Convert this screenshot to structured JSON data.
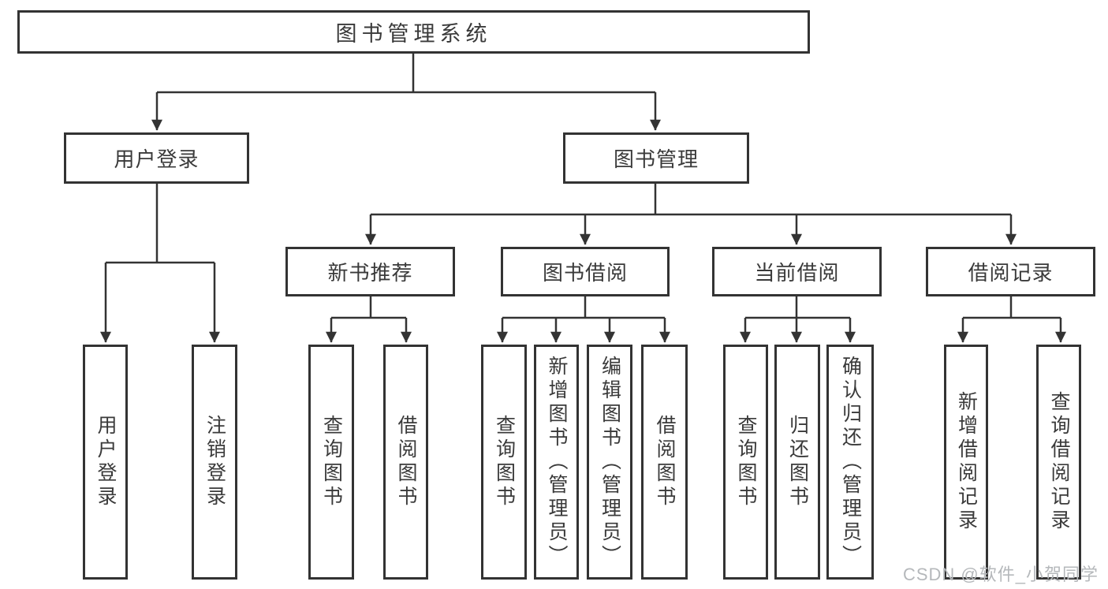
{
  "diagram": {
    "title": "图书管理系统",
    "tree": {
      "root": {
        "label": "图书管理系统"
      },
      "branches": [
        {
          "label": "用户登录",
          "leaves": [
            "用户登录",
            "注销登录"
          ]
        },
        {
          "label": "图书管理",
          "groups": [
            {
              "label": "新书推荐",
              "leaves": [
                "查询图书",
                "借阅图书"
              ]
            },
            {
              "label": "图书借阅",
              "leaves": [
                "查询图书",
                "新增图书（管理员）",
                "编辑图书（管理员）",
                "借阅图书"
              ]
            },
            {
              "label": "当前借阅",
              "leaves": [
                "查询图书",
                "归还图书",
                "确认归还（管理员）"
              ]
            },
            {
              "label": "借阅记录",
              "leaves": [
                "新增借阅记录",
                "查询借阅记录"
              ]
            }
          ]
        }
      ]
    }
  },
  "watermark": "CSDN @软件_小贺同学",
  "colors": {
    "line": "#333333",
    "text": "#3a3a3a",
    "watermark": "#b5b8bb",
    "background": "#ffffff"
  }
}
